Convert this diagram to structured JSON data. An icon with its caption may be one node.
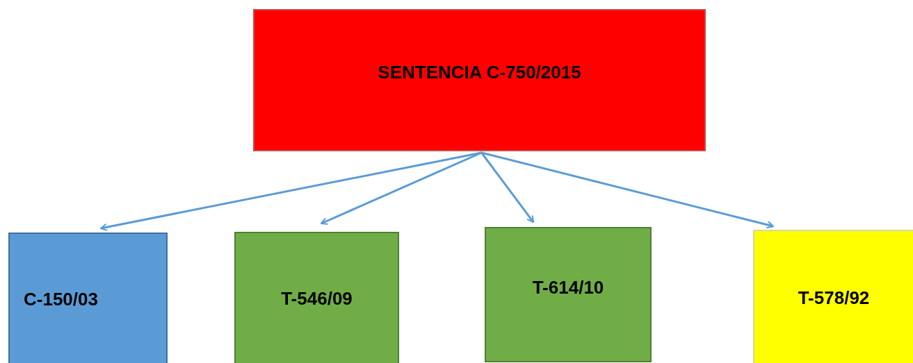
{
  "diagram": {
    "nodes": [
      {
        "text": [
          "SENTENCIA C-750/2015"
        ]
      },
      {
        "text": [
          "C-150/03"
        ]
      },
      {
        "text": [
          "T-546/09"
        ]
      },
      {
        "text": [
          "T-614/10"
        ]
      },
      {
        "text": [
          "T-578/92"
        ]
      }
    ],
    "edges": [
      {
        "from": 0,
        "to": 1,
        "arrow": "to"
      },
      {
        "from": 0,
        "to": 2,
        "arrow": "to"
      },
      {
        "from": 0,
        "to": 3,
        "arrow": "to"
      },
      {
        "from": 0,
        "to": 4,
        "arrow": "to"
      }
    ]
  }
}
